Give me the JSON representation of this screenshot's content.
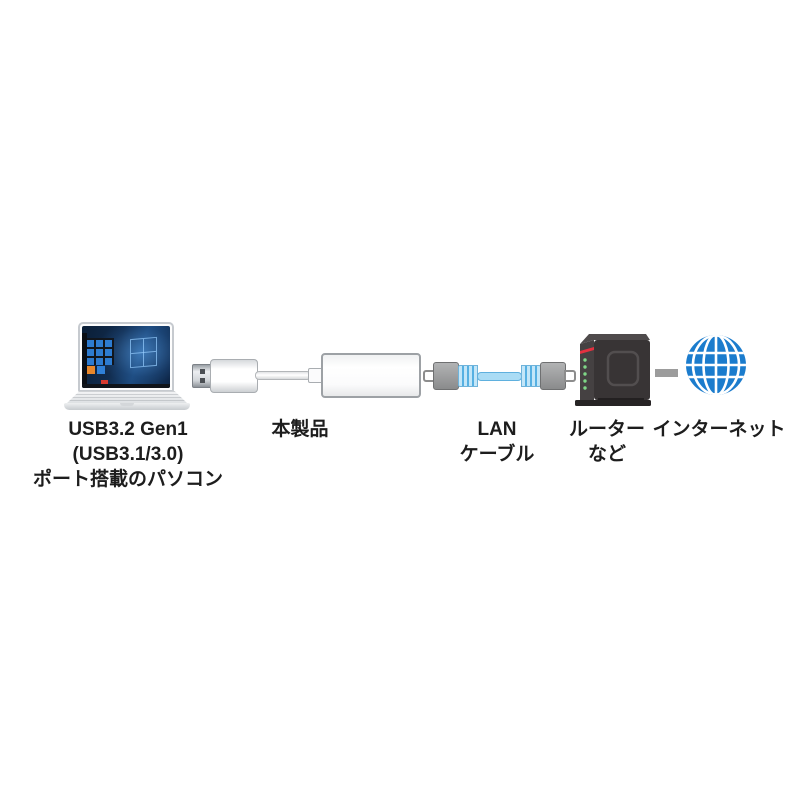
{
  "page": {
    "type": "product-connection-diagram",
    "background": "#ffffff"
  },
  "labels": {
    "pc": {
      "line1": "USB3.2 Gen1",
      "line2": "(USB3.1/3.0)",
      "line3": "ポート搭載のパソコン"
    },
    "product": {
      "line1": "本製品"
    },
    "lan_cable": {
      "line1": "LAN",
      "line2": "ケーブル"
    },
    "router": {
      "line1": "ルーター",
      "line2": "など"
    },
    "internet": {
      "line1": "インターネット"
    }
  },
  "icons": {
    "laptop": "windows-laptop-icon",
    "adapter": "usb-a-to-lan-adapter-icon",
    "lan_cable": "lan-cable-icon",
    "router": "router-icon",
    "internet": "globe-icon"
  },
  "colors": {
    "label_text": "#1d1d1d",
    "globe_blue": "#1b7ccd",
    "lan_cable_blue": "#aadcf5",
    "lan_stripe_blue": "#56b0e2",
    "router_body": "#383435",
    "router_red": "#e23140",
    "led_green": "#7fd687",
    "connector_gray": "#9c9c9c",
    "laptop_silver": "#e3e6e9",
    "screen_navy": "#0d2440"
  }
}
